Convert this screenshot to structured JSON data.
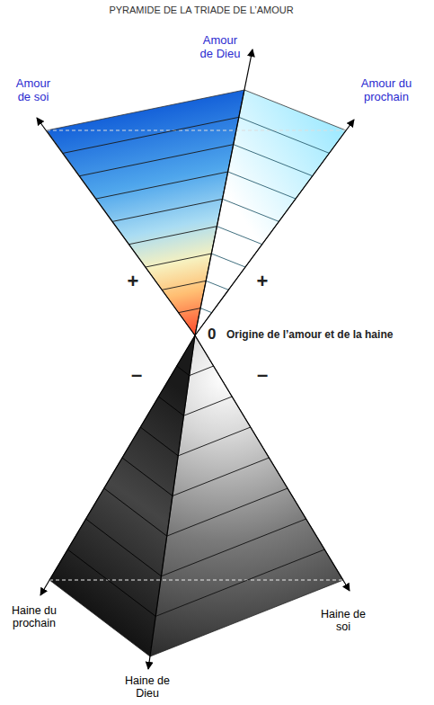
{
  "diagram": {
    "title": "PYRAMIDE DE LA TRIADE DE L’AMOUR",
    "labels": [
      "Amour de Dieu",
      "Amour de soi",
      "Amour du prochain",
      "+",
      "+",
      "0",
      "Origine de l’amour et de la haine",
      "–",
      "–",
      "Haine du prochain",
      "Haine de soi",
      "Haine de Dieu"
    ]
  }
}
